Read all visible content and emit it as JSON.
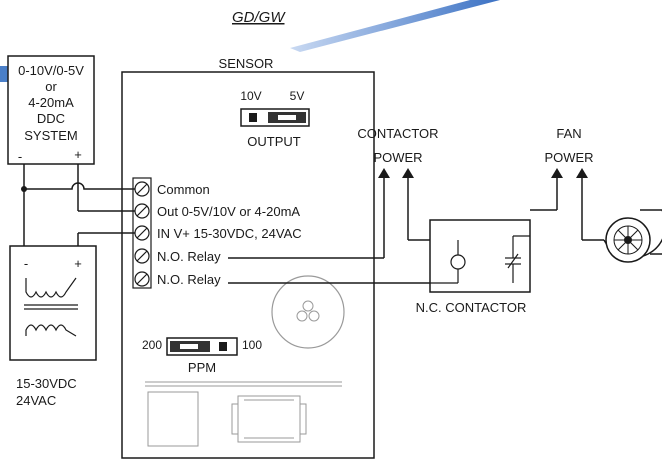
{
  "header_label": "GD/GW",
  "ddc_box": {
    "lines": [
      "0-10V/0-5V",
      "or",
      "4-20mA",
      "DDC",
      "SYSTEM"
    ],
    "minus": "-",
    "plus": "+"
  },
  "sensor": {
    "title": "SENSOR",
    "output": {
      "left": "10V",
      "right": "5V",
      "label": "OUTPUT"
    },
    "ppm": {
      "left": "200",
      "right": "100",
      "label": "PPM"
    },
    "terminals": [
      "Common",
      "Out 0-5V/10V or 4-20mA",
      "IN V+ 15-30VDC, 24VAC",
      "N.O. Relay",
      "N.O. Relay"
    ]
  },
  "transformer": {
    "minus": "-",
    "plus": "+",
    "label_line1": "15-30VDC",
    "label_line2": "24VAC"
  },
  "contactor": {
    "power_line1": "CONTACTOR",
    "power_line2": "POWER",
    "label": "N.C. CONTACTOR"
  },
  "fan": {
    "power_line1": "FAN",
    "power_line2": "POWER"
  },
  "colors": {
    "accent_blue": "#4a7fc8",
    "line": "#1a1a1a",
    "gray": "#9a9a9a"
  }
}
